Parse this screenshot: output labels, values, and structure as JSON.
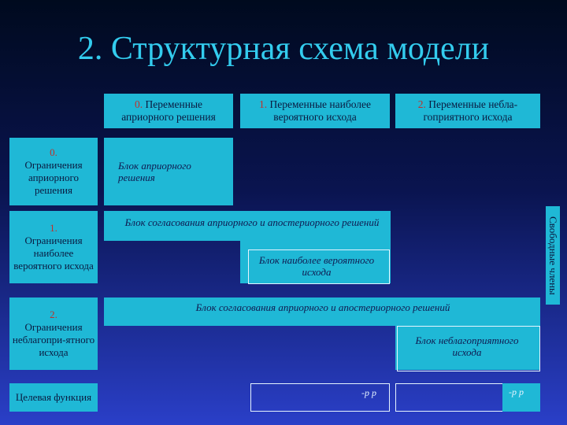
{
  "title": "2. Структурная схема модели",
  "columns": [
    {
      "num": "0.",
      "text": "Переменные априорного решения"
    },
    {
      "num": "1.",
      "text": "Переменные наиболее вероятного исхода"
    },
    {
      "num": "2.",
      "text": "Переменные небла-гоприятного исхода"
    }
  ],
  "rows": [
    {
      "num": "0.",
      "text": "Ограничения априорного решения"
    },
    {
      "num": "1.",
      "text": "Ограничения наиболее вероятного исхода"
    },
    {
      "num": "2.",
      "text": "Ограничения неблагопри-ятного исхода"
    },
    {
      "num": "",
      "text": "Целевая функция"
    }
  ],
  "blocks": {
    "apriori": "Блок априорного решения",
    "agreement1": "Блок согласования априорного и апостериорного решений",
    "probable": "Блок наиболее вероятного исхода",
    "agreement2": "Блок согласования априорного и апостериорного решений",
    "unfavorable": "Блок неблагоприятного исхода"
  },
  "free_terms": "Свободные члены",
  "objective_cells": [
    "-p p",
    "-p p"
  ]
}
